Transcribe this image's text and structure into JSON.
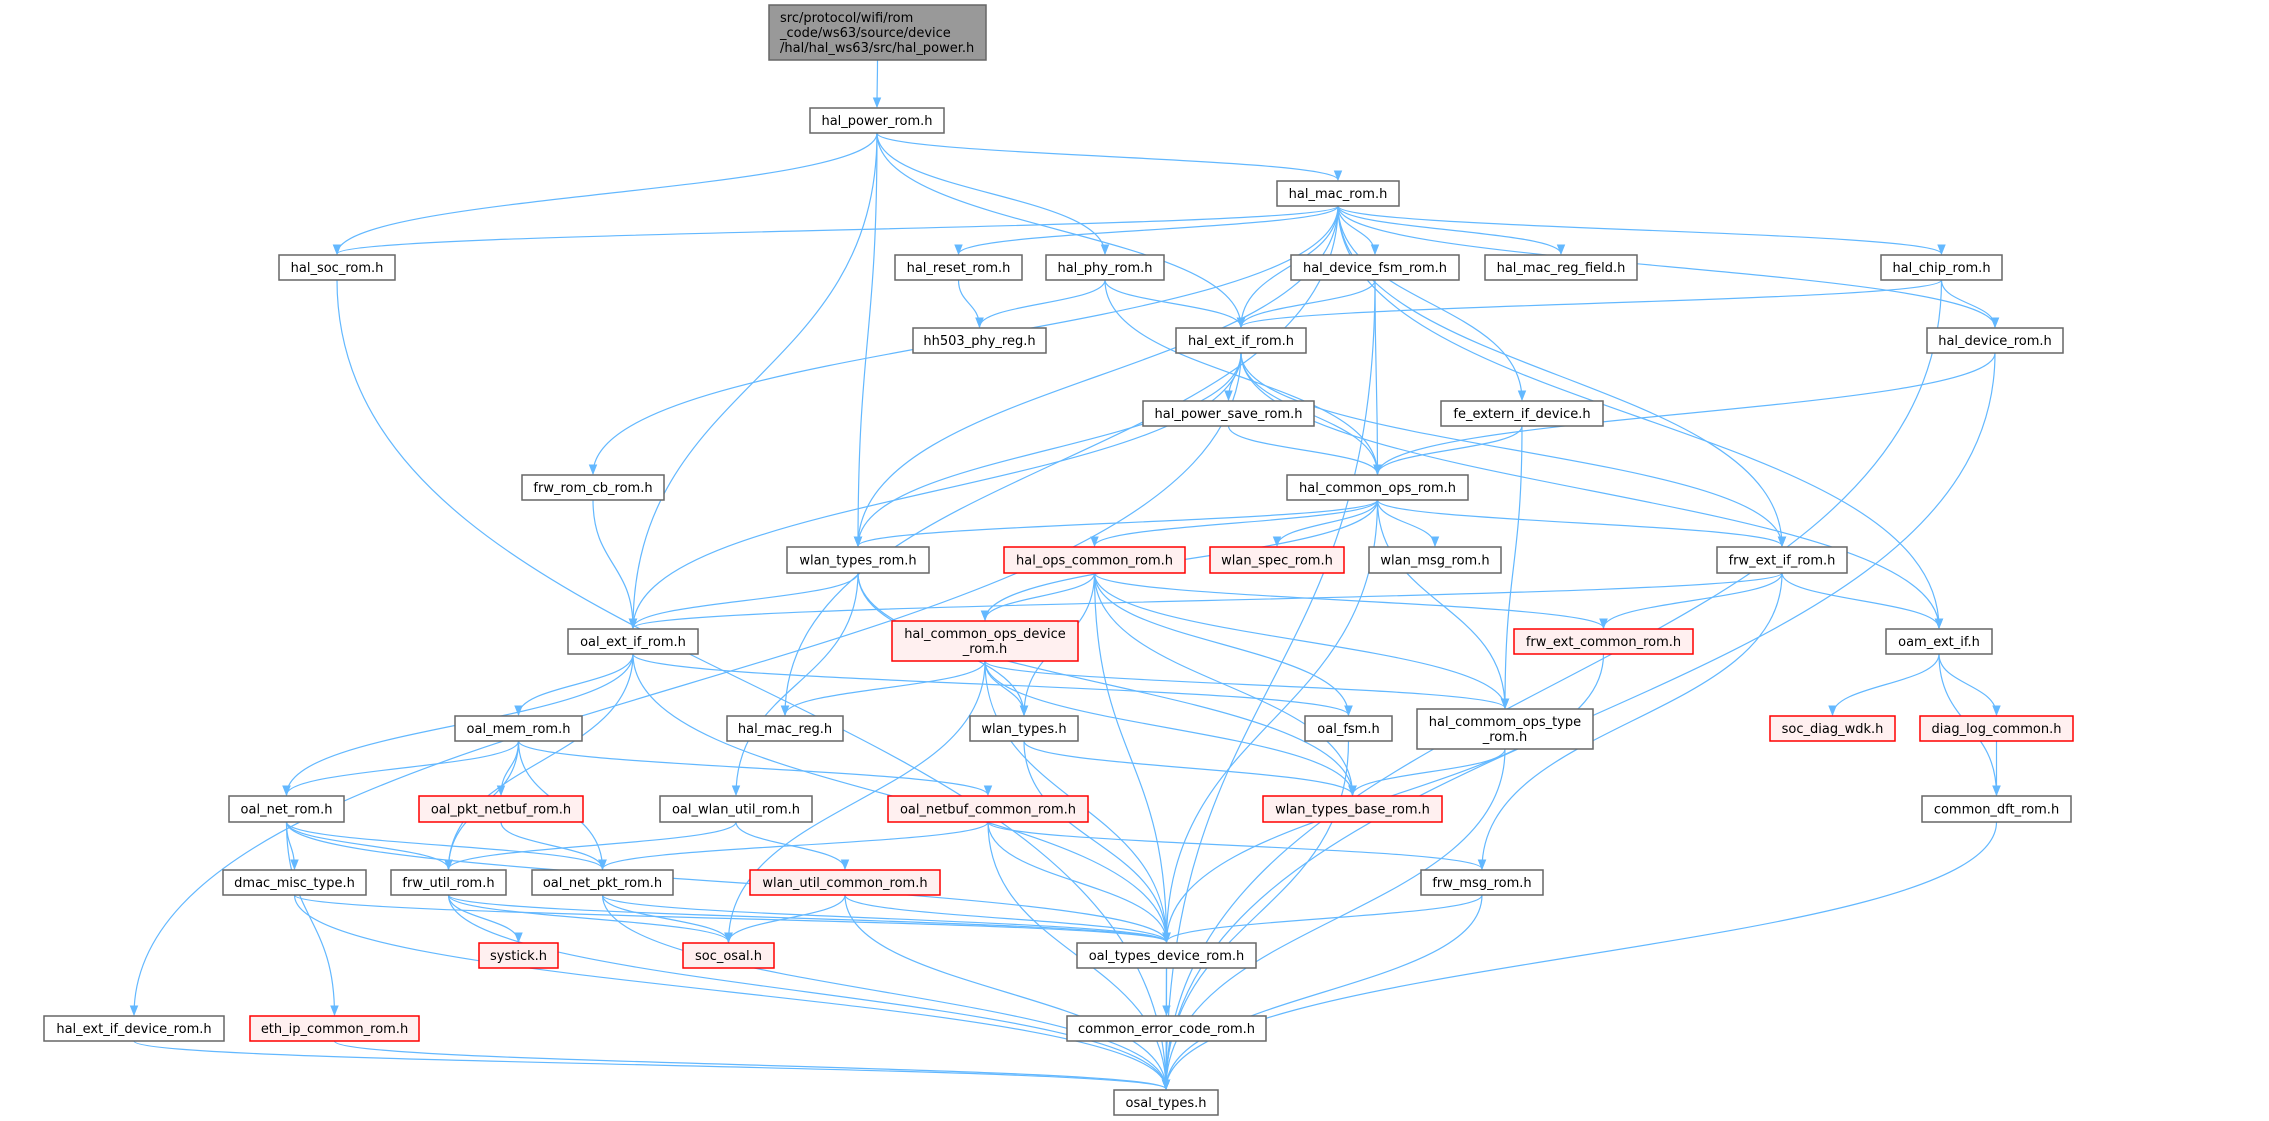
{
  "colors": {
    "edge": "#63b8ff",
    "red_border": "#ff0000",
    "red_fill": "#fff0f0",
    "root_fill": "#999999",
    "border": "#666666"
  },
  "nodes": {
    "root": {
      "lines": [
        "src/protocol/wifi/rom",
        "_code/ws63/source/device",
        "/hal/hal_ws63/src/hal_power.h"
      ],
      "style": "root"
    },
    "hal_power_rom": {
      "lines": [
        "hal_power_rom.h"
      ],
      "style": "normal"
    },
    "hal_mac_rom": {
      "lines": [
        "hal_mac_rom.h"
      ],
      "style": "normal"
    },
    "hal_soc_rom": {
      "lines": [
        "hal_soc_rom.h"
      ],
      "style": "normal"
    },
    "hal_reset_rom": {
      "lines": [
        "hal_reset_rom.h"
      ],
      "style": "normal"
    },
    "hal_phy_rom": {
      "lines": [
        "hal_phy_rom.h"
      ],
      "style": "normal"
    },
    "hal_device_fsm_rom": {
      "lines": [
        "hal_device_fsm_rom.h"
      ],
      "style": "normal"
    },
    "hal_mac_reg_field": {
      "lines": [
        "hal_mac_reg_field.h"
      ],
      "style": "normal"
    },
    "hal_chip_rom": {
      "lines": [
        "hal_chip_rom.h"
      ],
      "style": "normal"
    },
    "hh503_phy_reg": {
      "lines": [
        "hh503_phy_reg.h"
      ],
      "style": "normal"
    },
    "hal_ext_if_rom": {
      "lines": [
        "hal_ext_if_rom.h"
      ],
      "style": "normal"
    },
    "hal_device_rom": {
      "lines": [
        "hal_device_rom.h"
      ],
      "style": "normal"
    },
    "hal_power_save_rom": {
      "lines": [
        "hal_power_save_rom.h"
      ],
      "style": "normal"
    },
    "fe_extern_if_device": {
      "lines": [
        "fe_extern_if_device.h"
      ],
      "style": "normal"
    },
    "frw_rom_cb_rom": {
      "lines": [
        "frw_rom_cb_rom.h"
      ],
      "style": "normal"
    },
    "hal_common_ops_rom": {
      "lines": [
        "hal_common_ops_rom.h"
      ],
      "style": "normal"
    },
    "wlan_types_rom": {
      "lines": [
        "wlan_types_rom.h"
      ],
      "style": "normal"
    },
    "hal_ops_common_rom": {
      "lines": [
        "hal_ops_common_rom.h"
      ],
      "style": "red"
    },
    "wlan_spec_rom": {
      "lines": [
        "wlan_spec_rom.h"
      ],
      "style": "red"
    },
    "wlan_msg_rom": {
      "lines": [
        "wlan_msg_rom.h"
      ],
      "style": "normal"
    },
    "frw_ext_if_rom": {
      "lines": [
        "frw_ext_if_rom.h"
      ],
      "style": "normal"
    },
    "oal_ext_if_rom": {
      "lines": [
        "oal_ext_if_rom.h"
      ],
      "style": "normal"
    },
    "hal_common_ops_device_rom": {
      "lines": [
        "hal_common_ops_device",
        "_rom.h"
      ],
      "style": "red"
    },
    "frw_ext_common_rom": {
      "lines": [
        "frw_ext_common_rom.h"
      ],
      "style": "red"
    },
    "oam_ext_if": {
      "lines": [
        "oam_ext_if.h"
      ],
      "style": "normal"
    },
    "oal_mem_rom": {
      "lines": [
        "oal_mem_rom.h"
      ],
      "style": "normal"
    },
    "hal_mac_reg": {
      "lines": [
        "hal_mac_reg.h"
      ],
      "style": "normal"
    },
    "wlan_types": {
      "lines": [
        "wlan_types.h"
      ],
      "style": "normal"
    },
    "oal_fsm": {
      "lines": [
        "oal_fsm.h"
      ],
      "style": "normal"
    },
    "hal_commom_ops_type_rom": {
      "lines": [
        "hal_commom_ops_type",
        "_rom.h"
      ],
      "style": "normal"
    },
    "soc_diag_wdk": {
      "lines": [
        "soc_diag_wdk.h"
      ],
      "style": "red"
    },
    "diag_log_common": {
      "lines": [
        "diag_log_common.h"
      ],
      "style": "red"
    },
    "oal_net_rom": {
      "lines": [
        "oal_net_rom.h"
      ],
      "style": "normal"
    },
    "oal_pkt_netbuf_rom": {
      "lines": [
        "oal_pkt_netbuf_rom.h"
      ],
      "style": "red"
    },
    "oal_wlan_util_rom": {
      "lines": [
        "oal_wlan_util_rom.h"
      ],
      "style": "normal"
    },
    "oal_netbuf_common_rom": {
      "lines": [
        "oal_netbuf_common_rom.h"
      ],
      "style": "red"
    },
    "wlan_types_base_rom": {
      "lines": [
        "wlan_types_base_rom.h"
      ],
      "style": "red"
    },
    "common_dft_rom": {
      "lines": [
        "common_dft_rom.h"
      ],
      "style": "normal"
    },
    "dmac_misc_type": {
      "lines": [
        "dmac_misc_type.h"
      ],
      "style": "normal"
    },
    "frw_util_rom": {
      "lines": [
        "frw_util_rom.h"
      ],
      "style": "normal"
    },
    "oal_net_pkt_rom": {
      "lines": [
        "oal_net_pkt_rom.h"
      ],
      "style": "normal"
    },
    "wlan_util_common_rom": {
      "lines": [
        "wlan_util_common_rom.h"
      ],
      "style": "red"
    },
    "frw_msg_rom": {
      "lines": [
        "frw_msg_rom.h"
      ],
      "style": "normal"
    },
    "systick": {
      "lines": [
        "systick.h"
      ],
      "style": "red"
    },
    "soc_osal": {
      "lines": [
        "soc_osal.h"
      ],
      "style": "red"
    },
    "oal_types_device_rom": {
      "lines": [
        "oal_types_device_rom.h"
      ],
      "style": "normal"
    },
    "hal_ext_if_device_rom": {
      "lines": [
        "hal_ext_if_device_rom.h"
      ],
      "style": "normal"
    },
    "eth_ip_common_rom": {
      "lines": [
        "eth_ip_common_rom.h"
      ],
      "style": "red"
    },
    "common_error_code_rom": {
      "lines": [
        "common_error_code_rom.h"
      ],
      "style": "normal"
    },
    "osal_types": {
      "lines": [
        "osal_types.h"
      ],
      "style": "normal"
    }
  },
  "edges": [
    [
      "root",
      "hal_power_rom"
    ],
    [
      "hal_power_rom",
      "hal_soc_rom"
    ],
    [
      "hal_power_rom",
      "oal_ext_if_rom"
    ],
    [
      "hal_power_rom",
      "wlan_types_rom"
    ],
    [
      "hal_power_rom",
      "hal_phy_rom"
    ],
    [
      "hal_power_rom",
      "hal_ext_if_rom"
    ],
    [
      "hal_power_rom",
      "hal_mac_rom"
    ],
    [
      "hal_mac_rom",
      "hal_soc_rom"
    ],
    [
      "hal_mac_rom",
      "frw_rom_cb_rom"
    ],
    [
      "hal_mac_rom",
      "hal_mac_reg"
    ],
    [
      "hal_mac_rom",
      "wlan_types_rom"
    ],
    [
      "hal_mac_rom",
      "hal_reset_rom"
    ],
    [
      "hal_mac_rom",
      "hal_ext_if_rom"
    ],
    [
      "hal_mac_rom",
      "hal_device_fsm_rom"
    ],
    [
      "hal_mac_rom",
      "hal_mac_reg_field"
    ],
    [
      "hal_mac_rom",
      "fe_extern_if_device"
    ],
    [
      "hal_mac_rom",
      "frw_ext_if_rom"
    ],
    [
      "hal_mac_rom",
      "hal_chip_rom"
    ],
    [
      "hal_mac_rom",
      "hal_device_rom"
    ],
    [
      "hal_mac_rom",
      "oam_ext_if"
    ],
    [
      "hal_soc_rom",
      "osal_types"
    ],
    [
      "hal_reset_rom",
      "hh503_phy_reg"
    ],
    [
      "hal_phy_rom",
      "hh503_phy_reg"
    ],
    [
      "hal_phy_rom",
      "hal_ext_if_rom"
    ],
    [
      "hal_phy_rom",
      "hal_common_ops_rom"
    ],
    [
      "hal_device_fsm_rom",
      "hal_ext_if_rom"
    ],
    [
      "hal_device_fsm_rom",
      "hal_common_ops_rom"
    ],
    [
      "hal_device_fsm_rom",
      "osal_types"
    ],
    [
      "hal_chip_rom",
      "hal_ext_if_rom"
    ],
    [
      "hal_chip_rom",
      "hal_device_rom"
    ],
    [
      "hal_chip_rom",
      "osal_types"
    ],
    [
      "hal_device_rom",
      "hal_common_ops_rom"
    ],
    [
      "hal_device_rom",
      "osal_types"
    ],
    [
      "hal_ext_if_rom",
      "hal_ext_if_device_rom"
    ],
    [
      "hal_ext_if_rom",
      "oal_ext_if_rom"
    ],
    [
      "hal_ext_if_rom",
      "wlan_types_rom"
    ],
    [
      "hal_ext_if_rom",
      "hal_power_save_rom"
    ],
    [
      "hal_ext_if_rom",
      "hal_common_ops_rom"
    ],
    [
      "hal_ext_if_rom",
      "frw_ext_if_rom"
    ],
    [
      "hal_ext_if_rom",
      "oam_ext_if"
    ],
    [
      "hal_power_save_rom",
      "hal_common_ops_rom"
    ],
    [
      "fe_extern_if_device",
      "hal_common_ops_rom"
    ],
    [
      "fe_extern_if_device",
      "hal_commom_ops_type_rom"
    ],
    [
      "frw_rom_cb_rom",
      "oal_ext_if_rom"
    ],
    [
      "hal_common_ops_rom",
      "wlan_types_rom"
    ],
    [
      "hal_common_ops_rom",
      "hal_ops_common_rom"
    ],
    [
      "hal_common_ops_rom",
      "hal_common_ops_device_rom"
    ],
    [
      "hal_common_ops_rom",
      "wlan_spec_rom"
    ],
    [
      "hal_common_ops_rom",
      "wlan_msg_rom"
    ],
    [
      "hal_common_ops_rom",
      "frw_ext_if_rom"
    ],
    [
      "hal_common_ops_rom",
      "hal_commom_ops_type_rom"
    ],
    [
      "hal_common_ops_rom",
      "oal_types_device_rom"
    ],
    [
      "wlan_types_rom",
      "oal_ext_if_rom"
    ],
    [
      "wlan_types_rom",
      "oal_wlan_util_rom"
    ],
    [
      "wlan_types_rom",
      "wlan_types"
    ],
    [
      "wlan_types_rom",
      "wlan_types_base_rom"
    ],
    [
      "hal_ops_common_rom",
      "hal_common_ops_device_rom"
    ],
    [
      "hal_ops_common_rom",
      "wlan_types"
    ],
    [
      "hal_ops_common_rom",
      "oal_fsm"
    ],
    [
      "hal_ops_common_rom",
      "hal_commom_ops_type_rom"
    ],
    [
      "hal_ops_common_rom",
      "wlan_types_base_rom"
    ],
    [
      "hal_ops_common_rom",
      "frw_ext_common_rom"
    ],
    [
      "hal_ops_common_rom",
      "oal_types_device_rom"
    ],
    [
      "frw_ext_if_rom",
      "oal_ext_if_rom"
    ],
    [
      "frw_ext_if_rom",
      "frw_ext_common_rom"
    ],
    [
      "frw_ext_if_rom",
      "oam_ext_if"
    ],
    [
      "frw_ext_if_rom",
      "frw_msg_rom"
    ],
    [
      "oal_ext_if_rom",
      "oal_mem_rom"
    ],
    [
      "oal_ext_if_rom",
      "oal_net_rom"
    ],
    [
      "oal_ext_if_rom",
      "frw_util_rom"
    ],
    [
      "oal_ext_if_rom",
      "oal_fsm"
    ],
    [
      "oal_ext_if_rom",
      "oal_types_device_rom"
    ],
    [
      "hal_common_ops_device_rom",
      "hal_mac_reg"
    ],
    [
      "hal_common_ops_device_rom",
      "wlan_types"
    ],
    [
      "hal_common_ops_device_rom",
      "soc_osal"
    ],
    [
      "hal_common_ops_device_rom",
      "oal_types_device_rom"
    ],
    [
      "hal_common_ops_device_rom",
      "hal_commom_ops_type_rom"
    ],
    [
      "hal_common_ops_device_rom",
      "wlan_types_base_rom"
    ],
    [
      "frw_ext_common_rom",
      "oal_types_device_rom"
    ],
    [
      "oam_ext_if",
      "soc_diag_wdk"
    ],
    [
      "oam_ext_if",
      "diag_log_common"
    ],
    [
      "oam_ext_if",
      "common_dft_rom"
    ],
    [
      "oal_mem_rom",
      "oal_net_rom"
    ],
    [
      "oal_mem_rom",
      "oal_pkt_netbuf_rom"
    ],
    [
      "oal_mem_rom",
      "frw_util_rom"
    ],
    [
      "oal_mem_rom",
      "oal_net_pkt_rom"
    ],
    [
      "oal_mem_rom",
      "oal_netbuf_common_rom"
    ],
    [
      "wlan_types",
      "wlan_types_base_rom"
    ],
    [
      "wlan_types",
      "oal_types_device_rom"
    ],
    [
      "oal_fsm",
      "osal_types"
    ],
    [
      "hal_commom_ops_type_rom",
      "wlan_types_base_rom"
    ],
    [
      "hal_commom_ops_type_rom",
      "osal_types"
    ],
    [
      "diag_log_common",
      "common_dft_rom"
    ],
    [
      "oal_net_rom",
      "dmac_misc_type"
    ],
    [
      "oal_net_rom",
      "frw_util_rom"
    ],
    [
      "oal_net_rom",
      "oal_net_pkt_rom"
    ],
    [
      "oal_net_rom",
      "eth_ip_common_rom"
    ],
    [
      "oal_net_rom",
      "oal_types_device_rom"
    ],
    [
      "oal_pkt_netbuf_rom",
      "oal_net_pkt_rom"
    ],
    [
      "oal_wlan_util_rom",
      "frw_util_rom"
    ],
    [
      "oal_wlan_util_rom",
      "wlan_util_common_rom"
    ],
    [
      "oal_netbuf_common_rom",
      "oal_net_pkt_rom"
    ],
    [
      "oal_netbuf_common_rom",
      "oal_types_device_rom"
    ],
    [
      "oal_netbuf_common_rom",
      "osal_types"
    ],
    [
      "oal_netbuf_common_rom",
      "frw_msg_rom"
    ],
    [
      "common_dft_rom",
      "osal_types"
    ],
    [
      "dmac_misc_type",
      "oal_types_device_rom"
    ],
    [
      "dmac_misc_type",
      "osal_types"
    ],
    [
      "frw_util_rom",
      "systick"
    ],
    [
      "frw_util_rom",
      "soc_osal"
    ],
    [
      "frw_util_rom",
      "oal_types_device_rom"
    ],
    [
      "frw_util_rom",
      "osal_types"
    ],
    [
      "oal_net_pkt_rom",
      "soc_osal"
    ],
    [
      "oal_net_pkt_rom",
      "oal_types_device_rom"
    ],
    [
      "oal_net_pkt_rom",
      "osal_types"
    ],
    [
      "wlan_util_common_rom",
      "soc_osal"
    ],
    [
      "wlan_util_common_rom",
      "oal_types_device_rom"
    ],
    [
      "wlan_util_common_rom",
      "osal_types"
    ],
    [
      "frw_msg_rom",
      "oal_types_device_rom"
    ],
    [
      "frw_msg_rom",
      "osal_types"
    ],
    [
      "oal_types_device_rom",
      "common_error_code_rom"
    ],
    [
      "oal_types_device_rom",
      "osal_types"
    ],
    [
      "common_error_code_rom",
      "osal_types"
    ],
    [
      "hal_ext_if_device_rom",
      "osal_types"
    ],
    [
      "eth_ip_common_rom",
      "osal_types"
    ]
  ]
}
